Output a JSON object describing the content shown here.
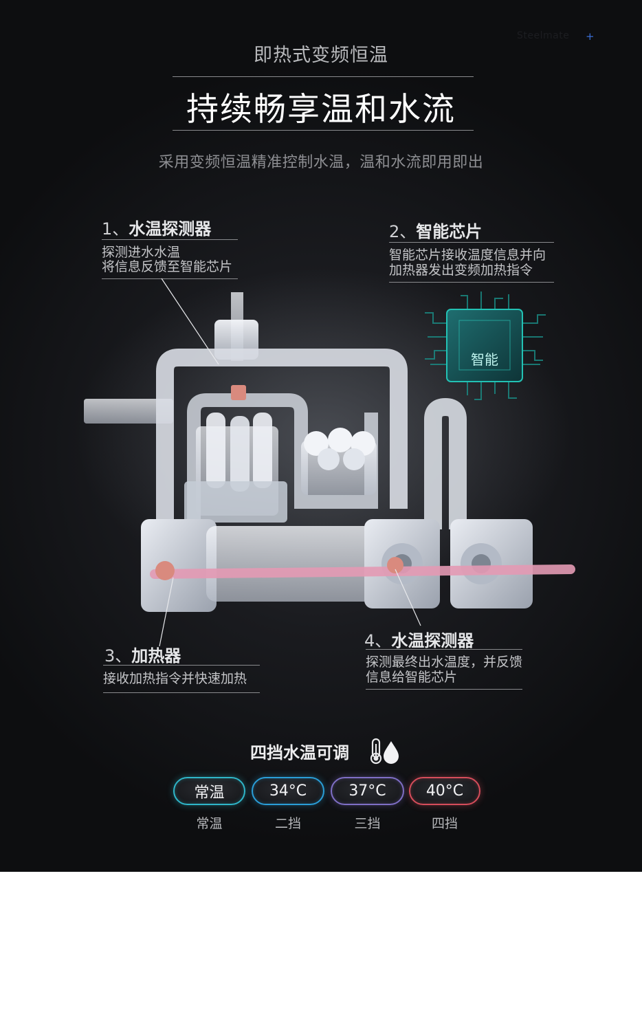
{
  "brand": {
    "text": "Steelmate",
    "plus": "+"
  },
  "hero": {
    "eyebrow": "即热式变频恒温",
    "headline": "持续畅享温和水流",
    "subtitle": "采用变频恒温精准控制水温，温和水流即用即出"
  },
  "callouts": [
    {
      "num": "1、",
      "title": "水温探测器",
      "desc": [
        "探测进水水温",
        "将信息反馈至智能芯片"
      ]
    },
    {
      "num": "2、",
      "title": "智能芯片",
      "desc": [
        "智能芯片接收温度信息并向",
        "加热器发出变频加热指令"
      ]
    },
    {
      "num": "3、",
      "title": "加热器",
      "desc": [
        "接收加热指令并快速加热"
      ]
    },
    {
      "num": "4、",
      "title": "水温探测器",
      "desc": [
        "探测最终出水温度，并反馈",
        "信息给智能芯片"
      ]
    }
  ],
  "chip": {
    "label": "智能"
  },
  "temperature": {
    "title": "四挡水温可调",
    "icon": "thermometer-droplet-icon",
    "levels": [
      {
        "value": "常温",
        "label": "常温",
        "color": "#2fb6c9"
      },
      {
        "value": "34°C",
        "label": "二挡",
        "color": "#2a9ed8"
      },
      {
        "value": "37°C",
        "label": "三挡",
        "color": "#7f6fc6"
      },
      {
        "value": "40°C",
        "label": "四挡",
        "color": "#d64d5b"
      }
    ]
  },
  "colors": {
    "background": "#16171a",
    "accent_chip": "#22c2b4",
    "hot_pipe": "#e49ab4"
  }
}
